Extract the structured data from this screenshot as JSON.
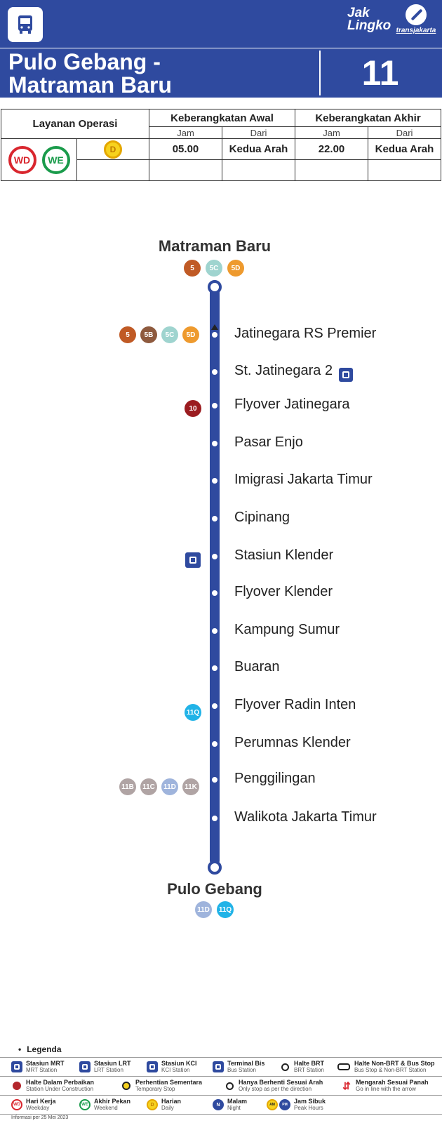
{
  "header": {
    "bus_icon": "bus-icon",
    "jaklingko_line1": "Jak",
    "jaklingko_line2": "Lingko",
    "transjakarta_label": "transjakarta",
    "route_name": "Pulo Gebang -\nMatraman Baru",
    "route_number": "11"
  },
  "schedule": {
    "service_header": "Layanan Operasi",
    "first_header": "Keberangkatan Awal",
    "last_header": "Keberangkatan Akhir",
    "jam_label": "Jam",
    "dari_label": "Dari",
    "service_wd": "WD",
    "service_we": "WE",
    "service_d": "D",
    "first_time": "05.00",
    "first_from": "Kedua Arah",
    "last_time": "22.00",
    "last_from": "Kedua Arah"
  },
  "route": {
    "start_terminal": "Matraman Baru",
    "end_terminal": "Pulo Gebang",
    "start_connections": [
      {
        "label": "5",
        "color": "#c05a25"
      },
      {
        "label": "5C",
        "color": "#9fd4cf"
      },
      {
        "label": "5D",
        "color": "#ee9a2e"
      }
    ],
    "end_connections": [
      {
        "label": "11D",
        "color": "#9fb4dc"
      },
      {
        "label": "11Q",
        "color": "#21b3e7"
      }
    ],
    "stops": [
      {
        "name": "Jatinegara RS Premier"
      },
      {
        "name": "St. Jatinegara 2"
      },
      {
        "name": "Flyover Jatinegara"
      },
      {
        "name": "Pasar Enjo"
      },
      {
        "name": "Imigrasi Jakarta Timur"
      },
      {
        "name": "Cipinang"
      },
      {
        "name": "Stasiun Klender"
      },
      {
        "name": "Flyover Klender"
      },
      {
        "name": "Kampung Sumur"
      },
      {
        "name": "Buaran"
      },
      {
        "name": "Flyover Radin Inten"
      },
      {
        "name": "Perumnas Klender"
      },
      {
        "name": "Penggilingan"
      },
      {
        "name": "Walikota Jakarta Timur"
      }
    ],
    "stop_badges": {
      "jatinegara": [
        {
          "label": "5",
          "color": "#c05a25"
        },
        {
          "label": "5B",
          "color": "#8e5a3e"
        },
        {
          "label": "5C",
          "color": "#9fd4cf"
        },
        {
          "label": "5D",
          "color": "#ee9a2e"
        }
      ],
      "flyover_jatinegara": [
        {
          "label": "10",
          "color": "#9b1c20"
        }
      ],
      "radin_inten": [
        {
          "label": "11Q",
          "color": "#21b3e7"
        }
      ],
      "penggilingan": [
        {
          "label": "11B",
          "color": "#b0a4a4"
        },
        {
          "label": "11C",
          "color": "#b0a4a4"
        },
        {
          "label": "11D",
          "color": "#9fb4dc"
        },
        {
          "label": "11K",
          "color": "#b0a4a4"
        }
      ]
    }
  },
  "legend": {
    "title": "Legenda",
    "items": [
      {
        "name": "Stasiun MRT",
        "sub": "MRT Station"
      },
      {
        "name": "Stasiun LRT",
        "sub": "LRT Station"
      },
      {
        "name": "Stasiun KCI",
        "sub": "KCI Station"
      },
      {
        "name": "Terminal Bis",
        "sub": "Bus Station"
      },
      {
        "name": "Halte BRT",
        "sub": "BRT Station"
      },
      {
        "name": "Halte Non-BRT & Bus Stop",
        "sub": "Bus Stop & Non-BRT Station"
      },
      {
        "name": "Halte Dalam Perbaikan",
        "sub": "Station Under Construction"
      },
      {
        "name": "Perhentian Sementara",
        "sub": "Temporary Stop"
      },
      {
        "name": "Hanya Berhenti Sesuai Arah",
        "sub": "Only stop as per the direction"
      },
      {
        "name": "Mengarah Sesuai Panah",
        "sub": "Go in line with the arrow"
      },
      {
        "name": "Hari Kerja",
        "sub": "Weekday"
      },
      {
        "name": "Akhir Pekan",
        "sub": "Weekend"
      },
      {
        "name": "Harian",
        "sub": "Daily"
      },
      {
        "name": "Malam",
        "sub": "Night"
      },
      {
        "name": "Jam Sibuk",
        "sub": "Peak Hours"
      }
    ],
    "icon_labels": {
      "wd": "WD",
      "we": "WE",
      "d": "D",
      "n": "N",
      "am": "AM",
      "pm": "PM"
    }
  },
  "footer": {
    "info": "Informasi per 25 Mei 2023"
  }
}
